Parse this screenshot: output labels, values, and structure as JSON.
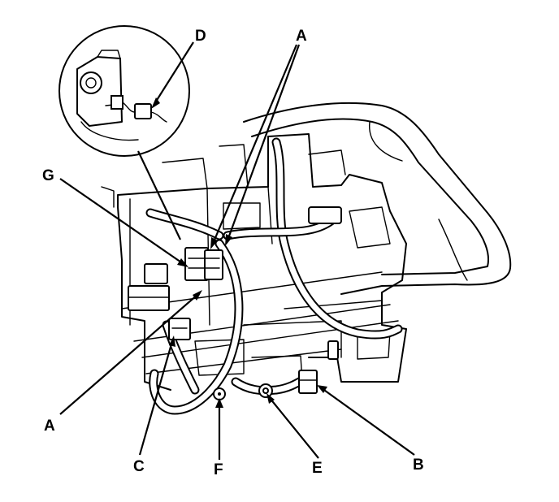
{
  "callouts": {
    "a_top": "A",
    "a_left": "A",
    "b": "B",
    "c": "C",
    "d": "D",
    "e": "E",
    "f": "F",
    "g": "G"
  }
}
